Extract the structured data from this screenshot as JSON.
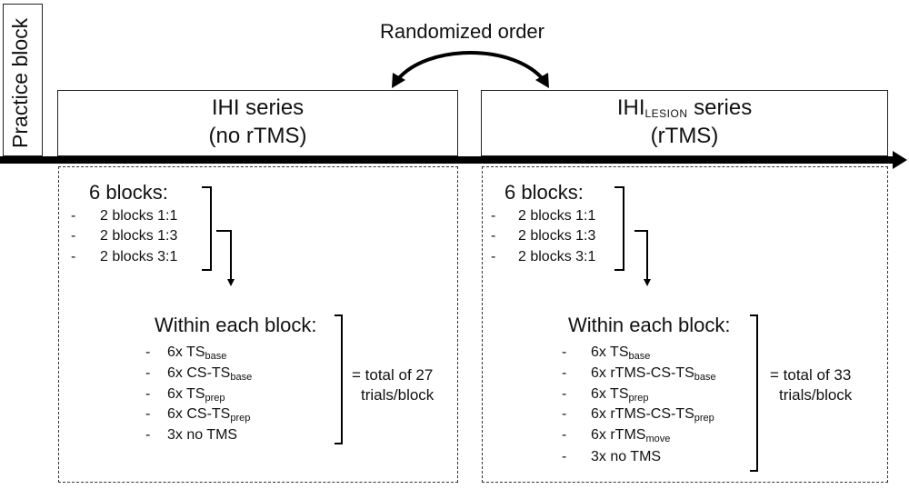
{
  "top_label": "Randomized order",
  "practice_label": "Practice block",
  "left_series": {
    "title": "IHI series",
    "subtitle": "(no rTMS)",
    "blocks_heading": "6 blocks:",
    "blocks": [
      "2 blocks 1:1",
      "2 blocks 1:3",
      "2 blocks 3:1"
    ],
    "within_heading": "Within each block:",
    "items": [
      {
        "main": "6x TS",
        "sub": "base"
      },
      {
        "main": "6x CS-TS",
        "sub": "base"
      },
      {
        "main": "6x TS",
        "sub": "prep"
      },
      {
        "main": "6x CS-TS",
        "sub": "prep"
      },
      {
        "main": "3x no TMS",
        "sub": ""
      }
    ],
    "total_line1": "= total of 27",
    "total_line2": "trials/block"
  },
  "right_series": {
    "title_main": "IHI",
    "title_sub": "LESION",
    "title_suffix": " series",
    "subtitle": "(rTMS)",
    "blocks_heading": "6 blocks:",
    "blocks": [
      "2 blocks 1:1",
      "2 blocks 1:3",
      "2 blocks 3:1"
    ],
    "within_heading": "Within each block:",
    "items": [
      {
        "main": "6x TS",
        "sub": "base"
      },
      {
        "main": "6x rTMS-CS-TS",
        "sub": "base"
      },
      {
        "main": "6x TS",
        "sub": "prep"
      },
      {
        "main": "6x rTMS-CS-TS",
        "sub": "prep"
      },
      {
        "main": "6x rTMS",
        "sub": "move"
      },
      {
        "main": "3x no TMS",
        "sub": ""
      }
    ],
    "total_line1": "= total of 33",
    "total_line2": "trials/block"
  },
  "dash_char": "-"
}
